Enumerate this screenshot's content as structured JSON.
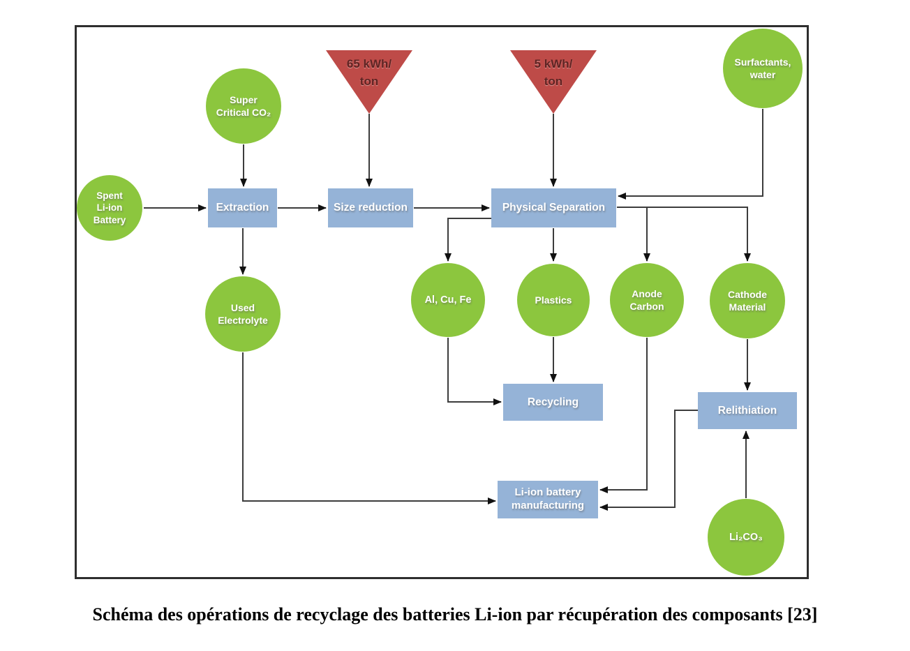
{
  "figure": {
    "caption": "Schéma des opérations de recyclage des batteries Li-ion par récupération des composants [23]"
  },
  "diagram": {
    "inputs": {
      "spent_battery": "Spent\nLi-ion\nBattery",
      "super_critical_co2": "Super\nCritical CO₂",
      "surfactants_water": "Surfactants,\nwater",
      "li2co3": "Li₂CO₃"
    },
    "energy": {
      "size_reduction_energy": "65 kWh/\nton",
      "physical_separation_energy": "5 kWh/\nton"
    },
    "processes": {
      "extraction": "Extraction",
      "size_reduction": "Size reduction",
      "physical_separation": "Physical Separation",
      "recycling": "Recycling",
      "relithiation": "Relithiation",
      "battery_manufacturing": "Li-ion battery\nmanufacturing"
    },
    "outputs": {
      "used_electrolyte": "Used\nElectrolyte",
      "al_cu_fe": "Al, Cu, Fe",
      "plastics": "Plastics",
      "anode_carbon": "Anode\nCarbon",
      "cathode_material": "Cathode\nMaterial"
    },
    "edges": [
      {
        "from": "spent_battery",
        "to": "extraction"
      },
      {
        "from": "super_critical_co2",
        "to": "extraction"
      },
      {
        "from": "size_reduction_energy",
        "to": "size_reduction"
      },
      {
        "from": "extraction",
        "to": "size_reduction"
      },
      {
        "from": "size_reduction",
        "to": "physical_separation"
      },
      {
        "from": "physical_separation_energy",
        "to": "physical_separation"
      },
      {
        "from": "surfactants_water",
        "to": "physical_separation"
      },
      {
        "from": "extraction",
        "to": "used_electrolyte"
      },
      {
        "from": "physical_separation",
        "to": "al_cu_fe"
      },
      {
        "from": "physical_separation",
        "to": "plastics"
      },
      {
        "from": "physical_separation",
        "to": "anode_carbon"
      },
      {
        "from": "physical_separation",
        "to": "cathode_material"
      },
      {
        "from": "al_cu_fe",
        "to": "recycling"
      },
      {
        "from": "plastics",
        "to": "recycling"
      },
      {
        "from": "anode_carbon",
        "to": "battery_manufacturing"
      },
      {
        "from": "cathode_material",
        "to": "relithiation"
      },
      {
        "from": "li2co3",
        "to": "relithiation"
      },
      {
        "from": "relithiation",
        "to": "battery_manufacturing"
      },
      {
        "from": "used_electrolyte",
        "to": "battery_manufacturing"
      }
    ],
    "colors": {
      "material_green": "#8cc63e",
      "process_blue": "#95b3d7",
      "energy_red": "#be4b48",
      "energy_text": "#5f2322",
      "connector": "#3c3c3c",
      "frame_border": "#2e2e2e",
      "node_text": "#ffffff",
      "caption_text": "#000000"
    }
  }
}
